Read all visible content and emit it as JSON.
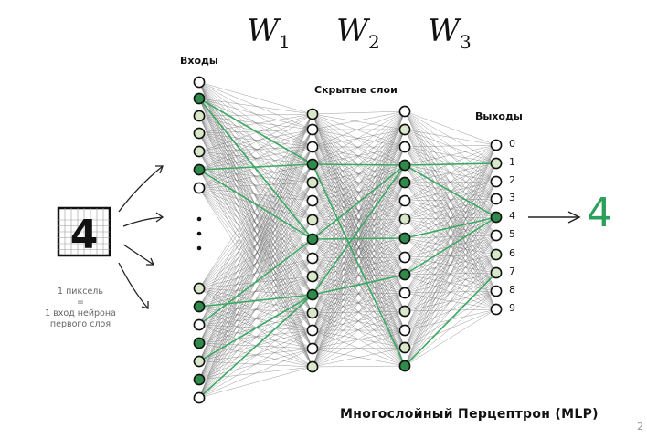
{
  "weights": [
    {
      "symbol": "W",
      "index": "1"
    },
    {
      "symbol": "W",
      "index": "2"
    },
    {
      "symbol": "W",
      "index": "3"
    }
  ],
  "layers": {
    "inputs_label": "Входы",
    "hidden_label": "Скрытые слои",
    "outputs_label": "Выходы"
  },
  "outputs": [
    "0",
    "1",
    "2",
    "3",
    "4",
    "5",
    "6",
    "7",
    "8",
    "9"
  ],
  "input_image": {
    "digit": "4"
  },
  "note": {
    "line1": "1 пиксель",
    "line2": "=",
    "line3": "1 вход нейрона",
    "line4": "первого слоя"
  },
  "result": "4",
  "footer": "Многослойный Перцептрон (MLP)",
  "corner_text": "2",
  "colors": {
    "green_dark": "#2e8b4a",
    "green_light": "#d8e8c8",
    "edge_green": "#3aa860",
    "edge_gray": "#6b6b6b"
  }
}
